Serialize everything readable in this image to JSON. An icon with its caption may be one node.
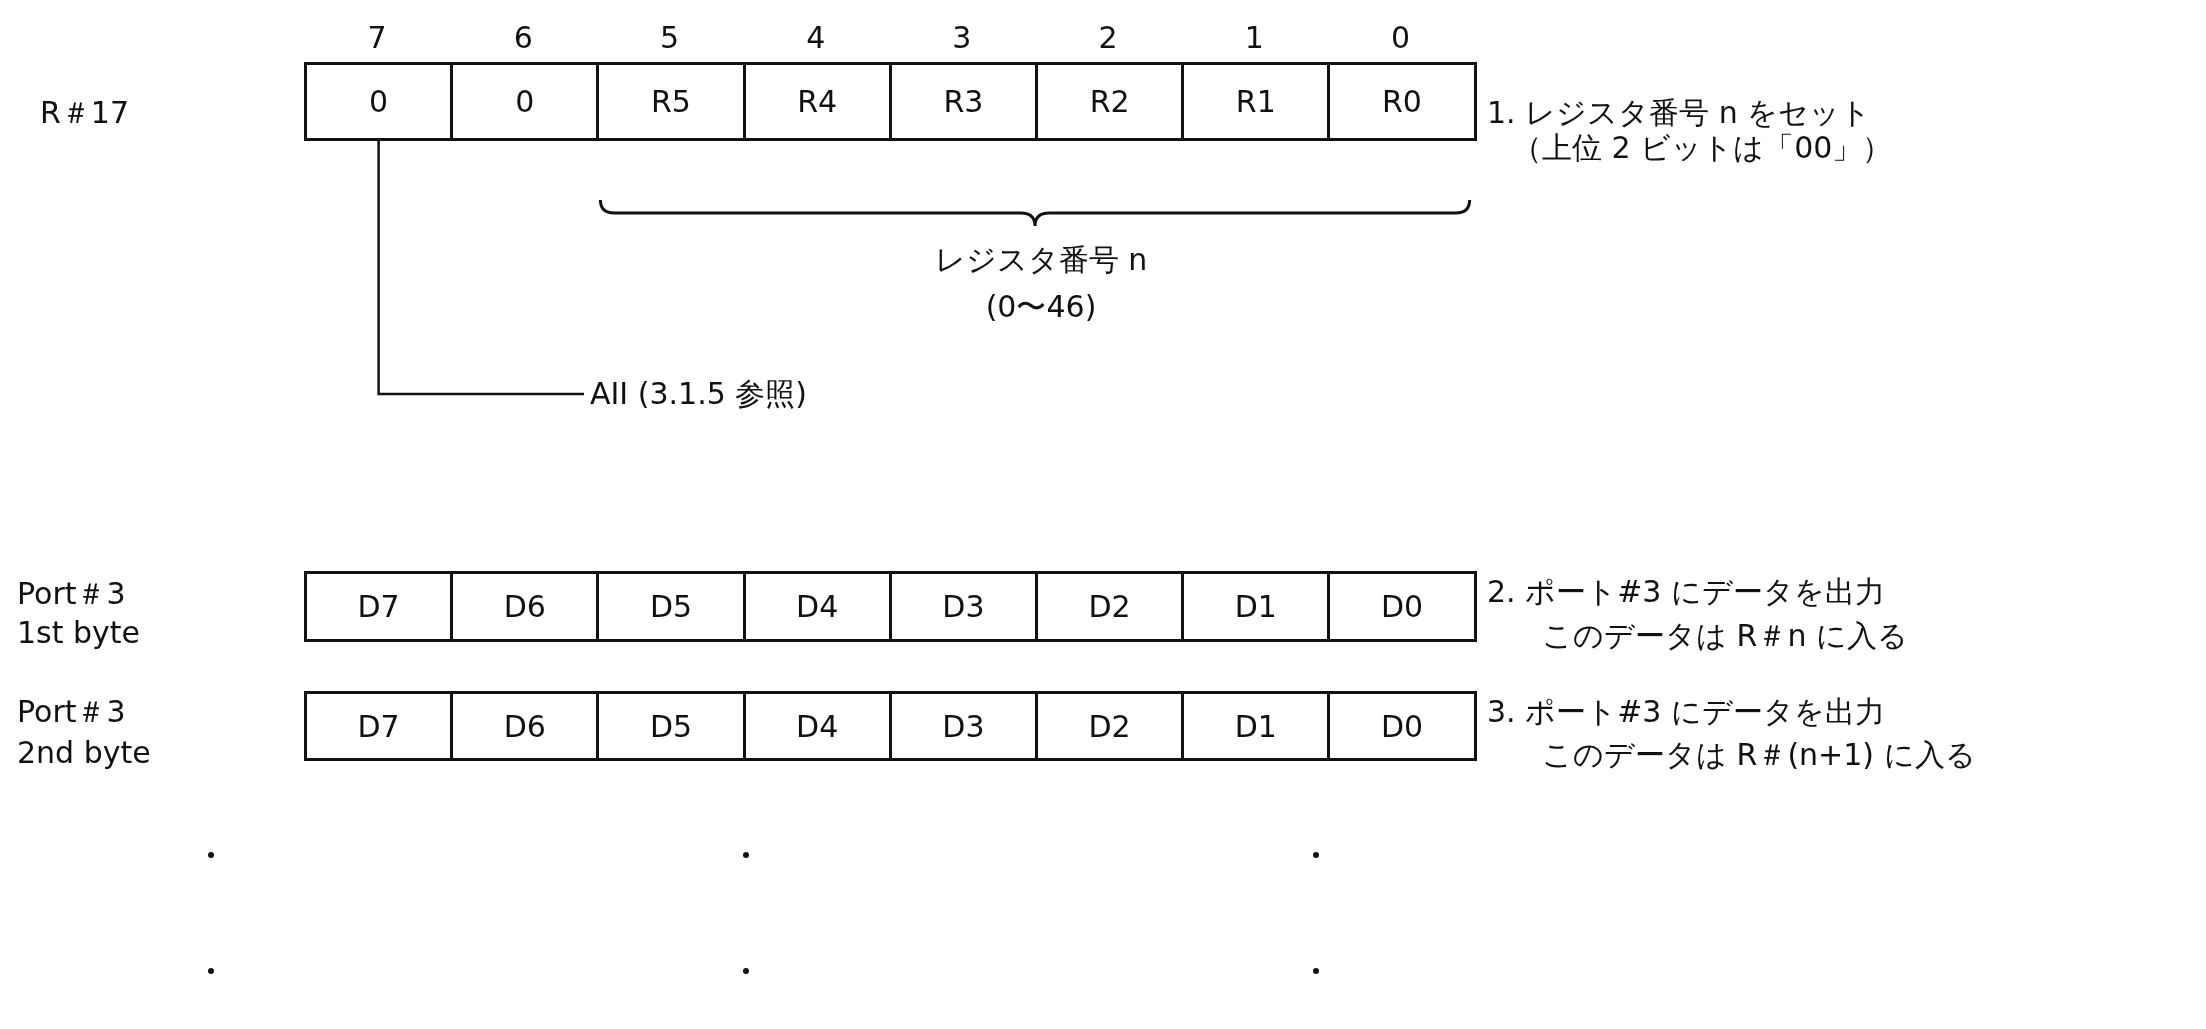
{
  "diagram": {
    "nodes": [
      {
        "text": [
          "0"
        ]
      },
      {
        "text": [
          "0"
        ]
      },
      {
        "text": [
          "R5"
        ]
      },
      {
        "text": [
          "R4"
        ]
      },
      {
        "text": [
          "R3"
        ]
      },
      {
        "text": [
          "R2"
        ]
      },
      {
        "text": [
          "R1"
        ]
      },
      {
        "text": [
          "R0"
        ]
      },
      {
        "text": [
          "AII (3.1.5 参照)"
        ]
      },
      {
        "text": [
          "D7"
        ]
      },
      {
        "text": [
          "D6"
        ]
      },
      {
        "text": [
          "D5"
        ]
      },
      {
        "text": [
          "D4"
        ]
      },
      {
        "text": [
          "D3"
        ]
      },
      {
        "text": [
          "D2"
        ]
      },
      {
        "text": [
          "D1"
        ]
      },
      {
        "text": [
          "D0"
        ]
      },
      {
        "text": [
          "D7"
        ]
      },
      {
        "text": [
          "D6"
        ]
      },
      {
        "text": [
          "D5"
        ]
      },
      {
        "text": [
          "D4"
        ]
      },
      {
        "text": [
          "D3"
        ]
      },
      {
        "text": [
          "D2"
        ]
      },
      {
        "text": [
          "D1"
        ]
      },
      {
        "text": [
          "D0"
        ]
      }
    ],
    "edges": [
      {
        "from": 8,
        "to": 0,
        "arrow": "none"
      }
    ],
    "labels": [
      "7",
      "6",
      "5",
      "4",
      "3",
      "2",
      "1",
      "0",
      "R＃17",
      "1. レジスタ番号 n をセット",
      "（上位 2 ビットは「00」）",
      "レジスタ番号 n",
      "(0〜46)",
      "Port＃3",
      "1st byte",
      "2. ポート#3 にデータを出力",
      "このデータは R＃n に入る",
      "Port＃3",
      "2nd byte",
      "3. ポート#3 にデータを出力",
      "このデータは R＃(n+1) に入る"
    ]
  }
}
